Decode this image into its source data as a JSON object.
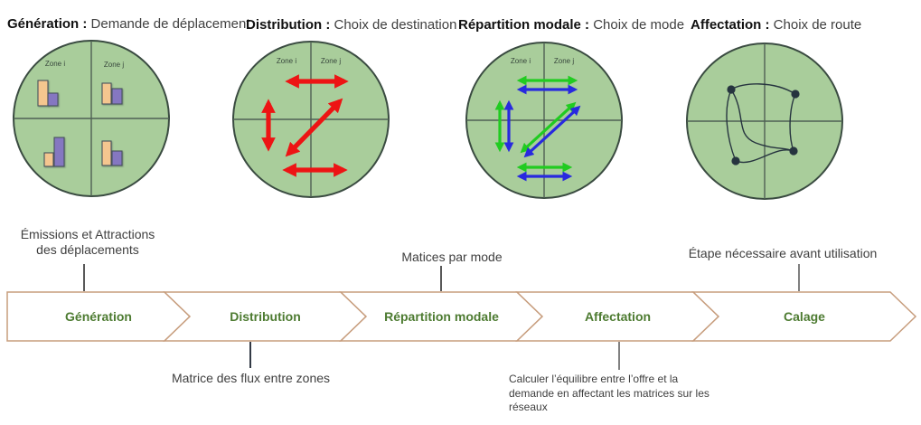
{
  "steps": [
    {
      "heading_bold": "Génération :",
      "heading_rest": "Demande de déplacement",
      "zone_left": "Zone i",
      "zone_right": "Zone j"
    },
    {
      "heading_bold": "Distribution :",
      "heading_rest": "Choix de destination",
      "zone_left": "Zone i",
      "zone_right": "Zone j"
    },
    {
      "heading_bold": "Répartition modale :",
      "heading_rest": "Choix de mode",
      "zone_left": "Zone i",
      "zone_right": "Zone j"
    },
    {
      "heading_bold": "Affectation :",
      "heading_rest": "Choix de route"
    }
  ],
  "process_flow": {
    "steps": [
      {
        "label": "Génération"
      },
      {
        "label": "Distribution"
      },
      {
        "label": "Répartition modale"
      },
      {
        "label": "Affectation"
      },
      {
        "label": "Calage"
      }
    ]
  },
  "annotations": {
    "generation": {
      "line1": "Émissions et Attractions",
      "line2": "des déplacements"
    },
    "repartition": {
      "text": "Matices par mode"
    },
    "calage": {
      "text": "Étape nécessaire avant utilisation"
    },
    "distribution": {
      "text": "Matrice des flux entre zones"
    },
    "affectation": {
      "line1": "Calculer l’équilibre entre l’offre et la",
      "line2": "demande en affectant les matrices sur les",
      "line3": "réseaux"
    }
  },
  "colors": {
    "zone_fill": "#a9cd9b",
    "zone_border": "#3a4b41",
    "bar_orange": "#f5c68f",
    "bar_purple": "#8577c1",
    "arrow_red": "#ed1414",
    "arrow_green": "#21cb21",
    "arrow_blue": "#2829df",
    "network": "#26343f",
    "chevron_border": "#c79d7d",
    "chevron_fill": "#ffffff",
    "flow_label_green": "#4d7b31"
  }
}
